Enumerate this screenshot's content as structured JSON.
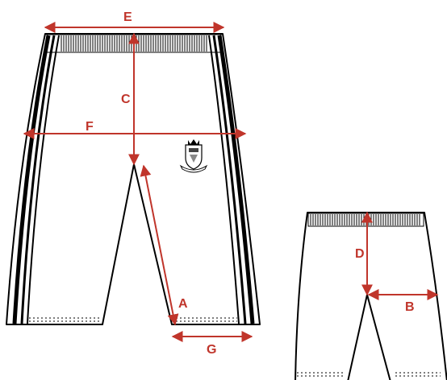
{
  "labels": {
    "a": "A",
    "b": "B",
    "c": "C",
    "d": "D",
    "e": "E",
    "f": "F",
    "g": "G"
  },
  "colors": {
    "dimension": "#c0352b",
    "outline": "#000000",
    "background": "#ffffff"
  },
  "icons": {
    "crest": "coat-of-arms-icon"
  }
}
